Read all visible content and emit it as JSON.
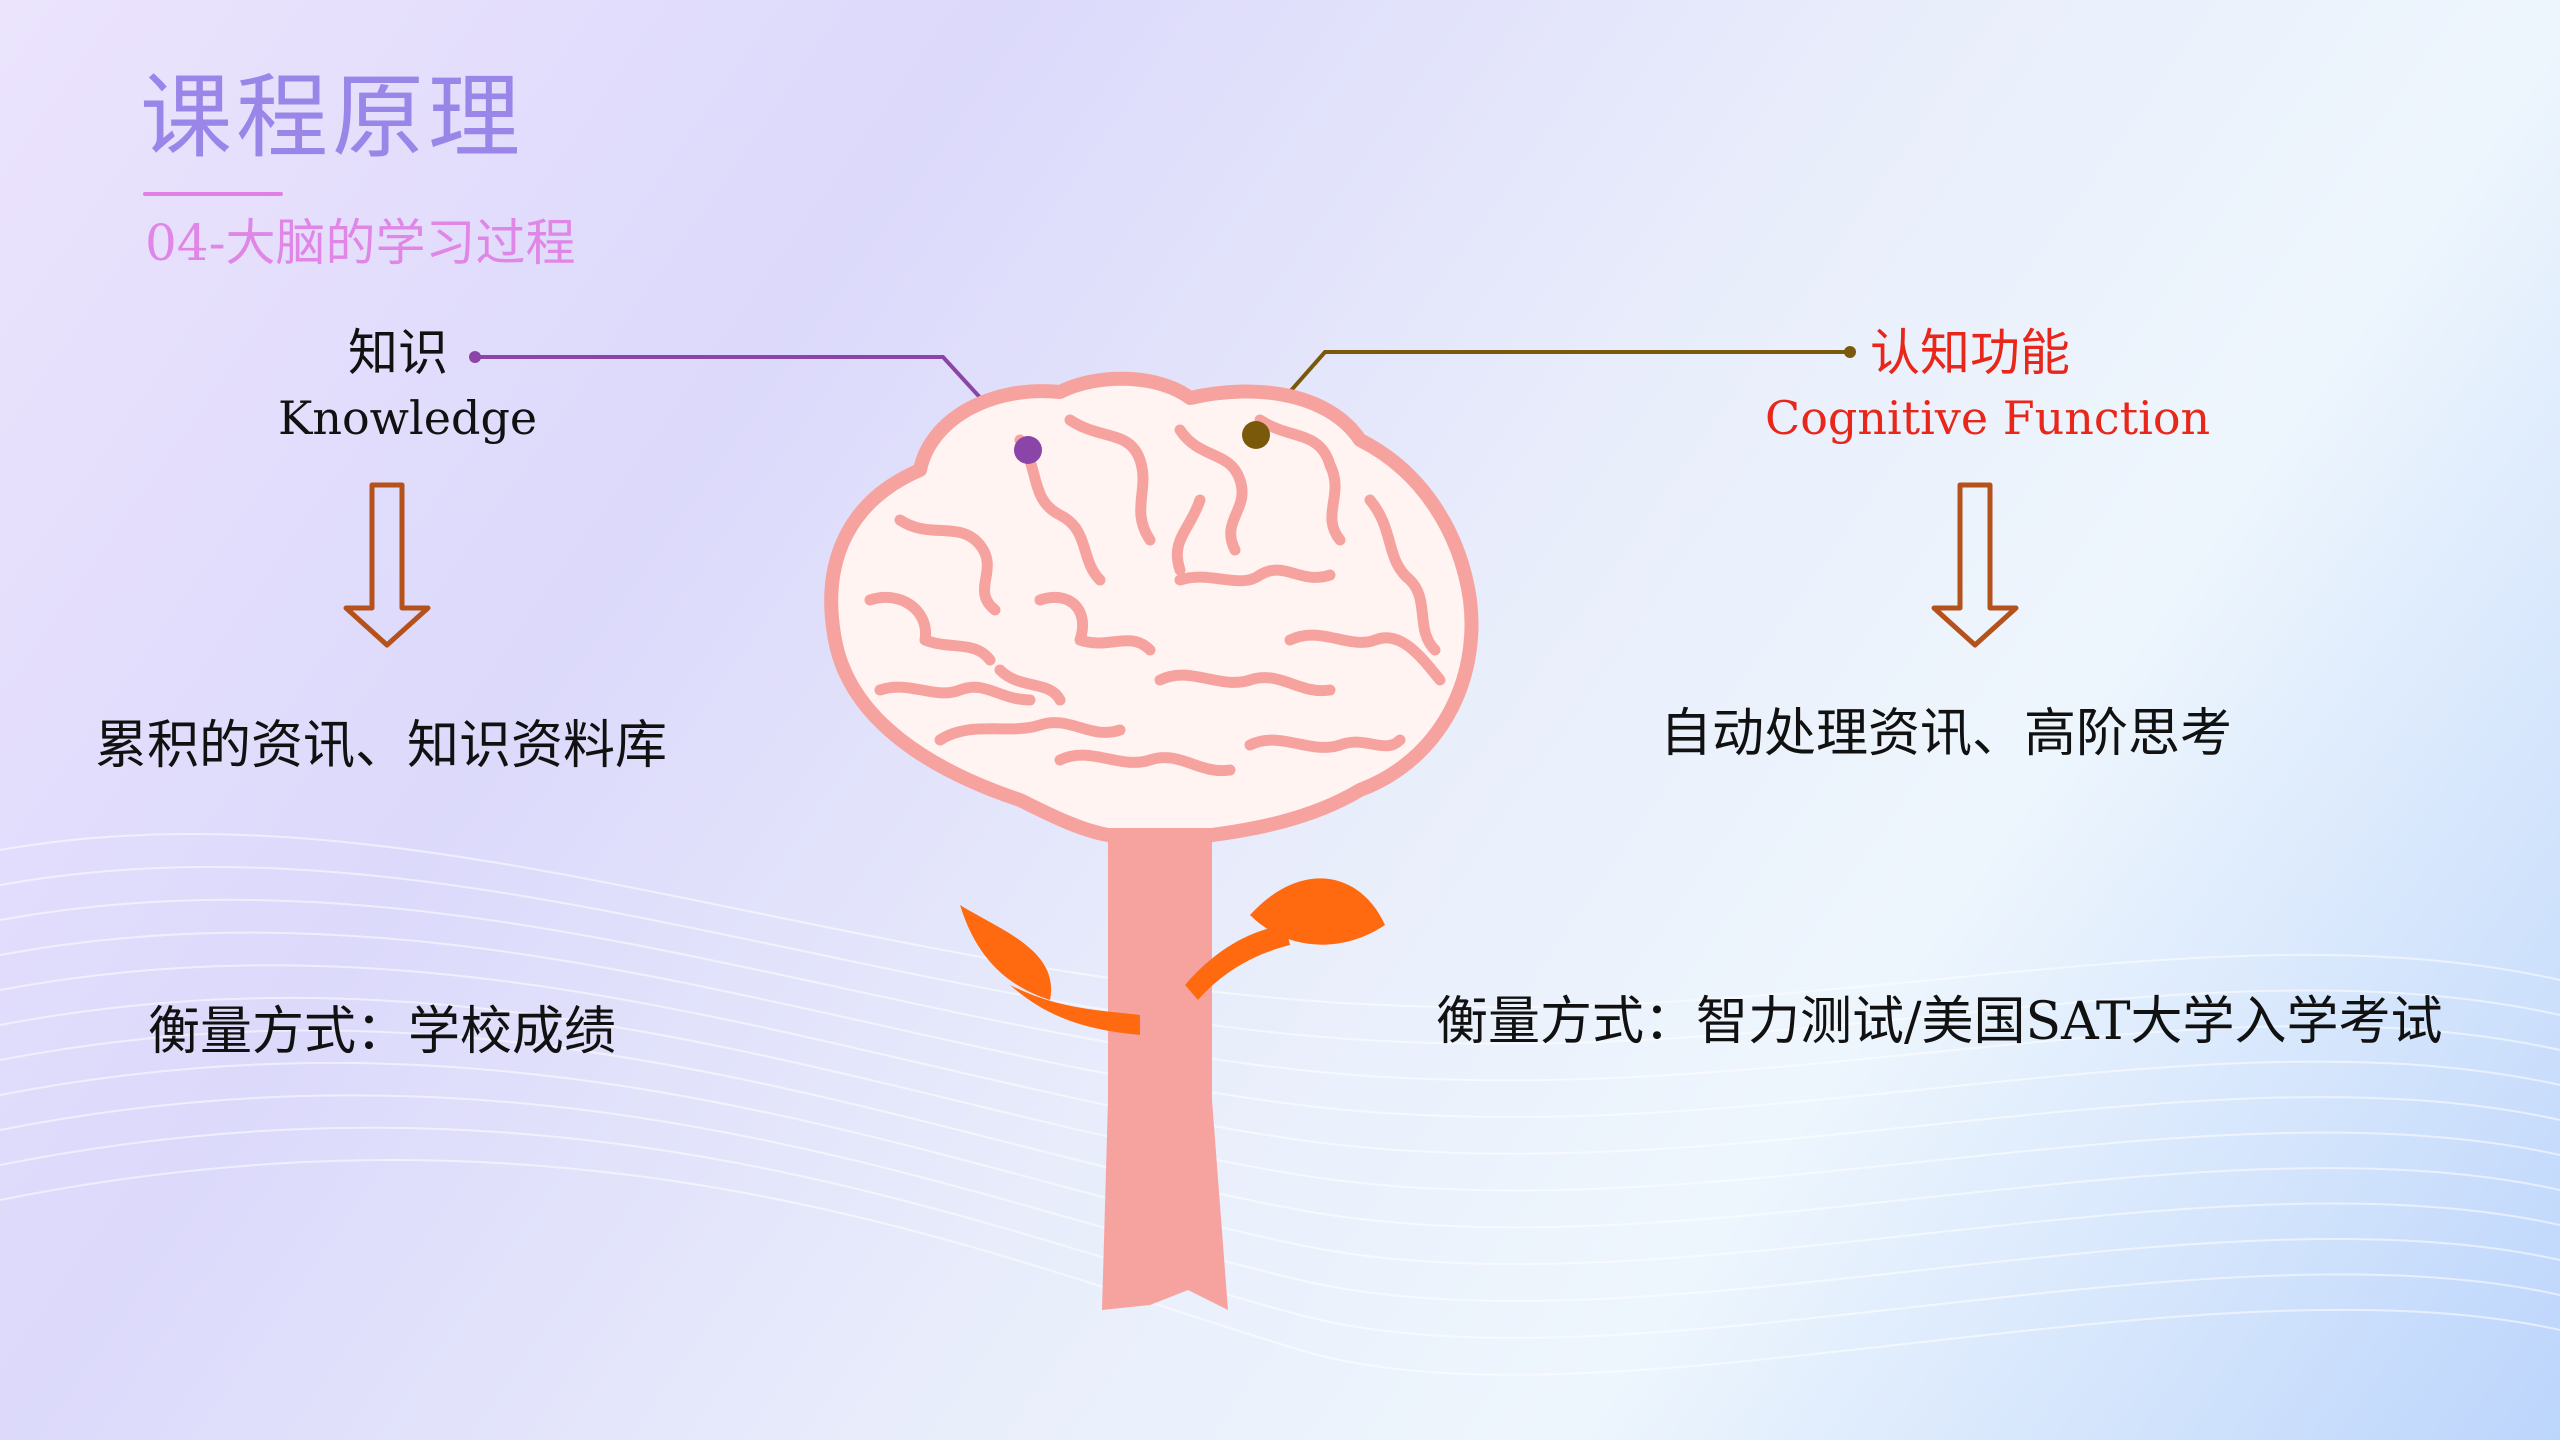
{
  "header": {
    "title": "课程原理",
    "subtitle": "04-大脑的学习过程"
  },
  "left": {
    "term_cn": "知识",
    "term_en": "Knowledge",
    "description": "累积的资讯、知识资料库",
    "measure": "衡量方式：学校成绩"
  },
  "right": {
    "term_cn": "认知功能",
    "term_en": "Cognitive Function",
    "description": "自动处理资讯、高阶思考",
    "measure": "衡量方式：智力测试/美国SAT大学入学考试"
  },
  "colors": {
    "title": "#9a86e8",
    "subtitle": "#e086e6",
    "left_connector": "#8b44a8",
    "right_connector": "#7a5a0a",
    "right_term": "#e8261a",
    "arrow": "#b5511a",
    "brain": "#f6a3a0",
    "trunk": "#f6a3a0",
    "leaf": "#ff6a10"
  },
  "icons": [
    "brain-tree-illustration",
    "down-arrow-icon",
    "leaf-icon"
  ]
}
